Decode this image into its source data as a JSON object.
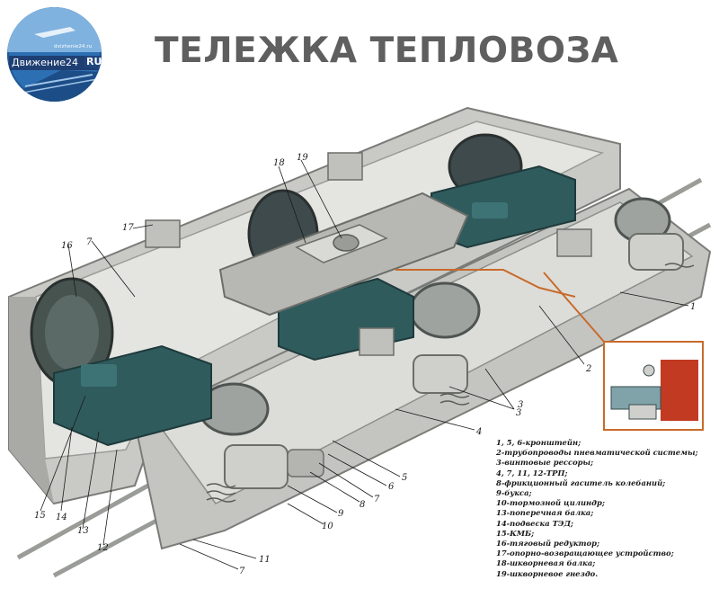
{
  "title": "ТЕЛЕЖКА ТЕПЛОВОЗА",
  "logo": {
    "name": "Движение24",
    "domain_badge": "RU",
    "sub": "dvizhenie24.ru"
  },
  "callouts": [
    "1",
    "2",
    "3",
    "4",
    "5",
    "6",
    "7",
    "8",
    "9",
    "10",
    "11",
    "12",
    "13",
    "14",
    "15",
    "16",
    "17",
    "18",
    "19",
    "7",
    "7",
    "3"
  ],
  "legend": [
    "1, 5, 6-кронштейн;",
    "2-трубопроводы пневматической системы;",
    "3-винтовые рессоры;",
    "4, 7, 11, 12-ТРП;",
    "8-фрикционный гаситель колебаний;",
    "9-букса;",
    "10-тормозной цилиндр;",
    "13-поперечная балка;",
    "14-подвеска ТЭД;",
    "15-КМБ;",
    "16-тяговый редуктор;",
    "17-опорно-возвращающее устройство;",
    "18-шкворневая балка;",
    "19-шкворневое гнездо."
  ],
  "colors": {
    "frame": "#cfd0cc",
    "frame_shadow": "#8c8e8a",
    "motor": "#2f5b5d",
    "wheel": "#3e4a4c",
    "inset_border": "#c96a2a",
    "inset_red": "#c23a22",
    "title": "#5f5f5f"
  }
}
